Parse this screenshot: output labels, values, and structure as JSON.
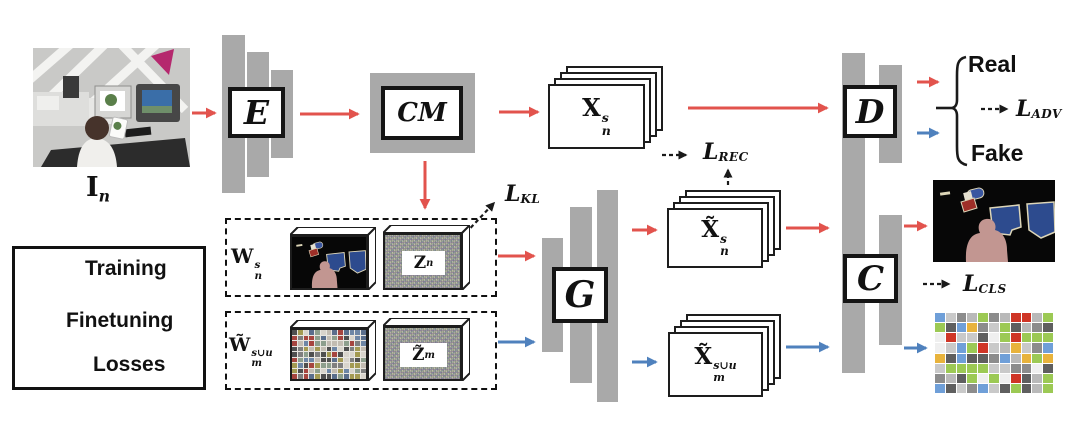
{
  "palette": {
    "training_red": "#e2534d",
    "finetuning_blue": "#4f81bd",
    "loss_black": "#1a1a1a",
    "bar_gray": "#a9a9a9",
    "seg_blue": "#2d4b8e",
    "seg_pink": "#c29691",
    "seg_outline_cream": "#ddd6b8"
  },
  "input": {
    "caption": {
      "base": "I",
      "sub": "n"
    }
  },
  "blocks": {
    "encoder": "E",
    "cm": "CM",
    "generator": "G",
    "discriminator": "D",
    "classifier": "C"
  },
  "stacks": {
    "real": {
      "base": "X",
      "sup": "s",
      "sub": "n"
    },
    "recon": {
      "base": "X̃",
      "sup": "s",
      "sub": "n"
    },
    "gen": {
      "base": "X̃",
      "sup": "s∪u",
      "sub": "m"
    }
  },
  "latents": {
    "w_real": {
      "base": "W",
      "sup": "s",
      "sub": "n"
    },
    "z_real": {
      "base": "Z",
      "sub": "n"
    },
    "w_mix": {
      "base": "W̃",
      "sup": "s∪u",
      "sub": "m"
    },
    "z_mix": {
      "base": "Z̃",
      "sub": "m"
    }
  },
  "losses": {
    "kl": {
      "base": "L",
      "sub": "KL"
    },
    "rec": {
      "base": "L",
      "sub": "REC"
    },
    "adv": {
      "base": "L",
      "sub": "ADV"
    },
    "cls": {
      "base": "L",
      "sub": "CLS"
    }
  },
  "outputs": {
    "real_label": "Real",
    "fake_label": "Fake"
  },
  "legend": {
    "items": [
      {
        "label": "Training",
        "style": "red-solid-arrow"
      },
      {
        "label": "Finetuning",
        "style": "blue-solid-arrow"
      },
      {
        "label": "Losses",
        "style": "black-dashed-arrow"
      }
    ]
  },
  "figures": {
    "mosaic_palette": [
      "#a6453f",
      "#6d86a6",
      "#a39a52",
      "#7f7f7f",
      "#d8d4cc",
      "#4f4f4f",
      "#8d9f8d",
      "#c2bcb2",
      "#5a6e8c"
    ],
    "grid_palette": [
      "#cf3526",
      "#e8b33c",
      "#9cc954",
      "#c9c9c9",
      "#8c8c8c",
      "#5f5f5f",
      "#6f9fd8",
      "#efefef",
      "#b9b9b9"
    ]
  }
}
